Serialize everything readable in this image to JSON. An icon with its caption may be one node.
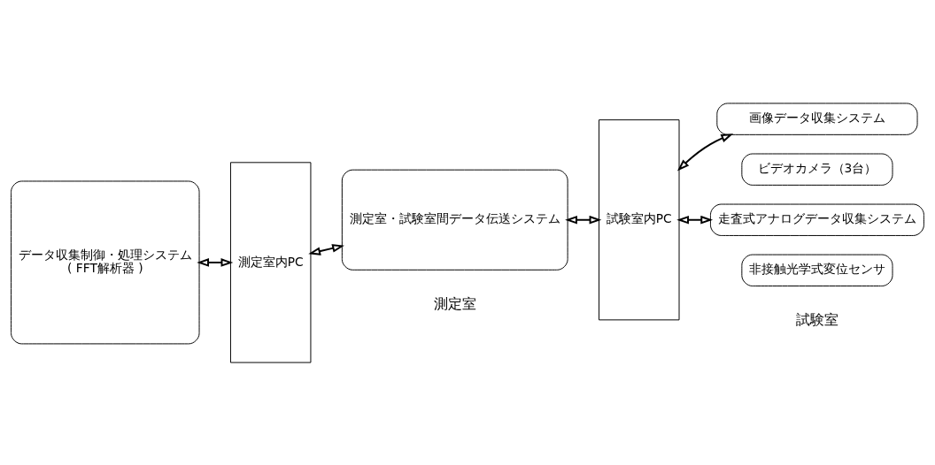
{
  "diagram": {
    "nodes": [
      {
        "text": [
          "データ収集制御・処理システム",
          "( FFT解析器 )"
        ]
      },
      {
        "text": [
          "測定室内PC"
        ]
      },
      {
        "text": [
          "測定室・試験室間データ伝送システム"
        ]
      },
      {
        "text": [
          "試験室内PC"
        ]
      },
      {
        "text": [
          "画像データ収集システム"
        ]
      },
      {
        "text": [
          "ビデオカメラ（3台）"
        ]
      },
      {
        "text": [
          "走査式アナログデータ収集システム"
        ]
      },
      {
        "text": [
          "非接触光学式変位センサ"
        ]
      }
    ],
    "edges": [
      {
        "from": 0,
        "to": 1,
        "arrow": "both"
      },
      {
        "from": 1,
        "to": 2,
        "arrow": "both"
      },
      {
        "from": 2,
        "to": 3,
        "arrow": "both"
      },
      {
        "from": 3,
        "to": 4,
        "arrow": "both"
      },
      {
        "from": 3,
        "to": 6,
        "arrow": "both"
      }
    ],
    "labels": [
      "測定室",
      "試験室"
    ]
  }
}
